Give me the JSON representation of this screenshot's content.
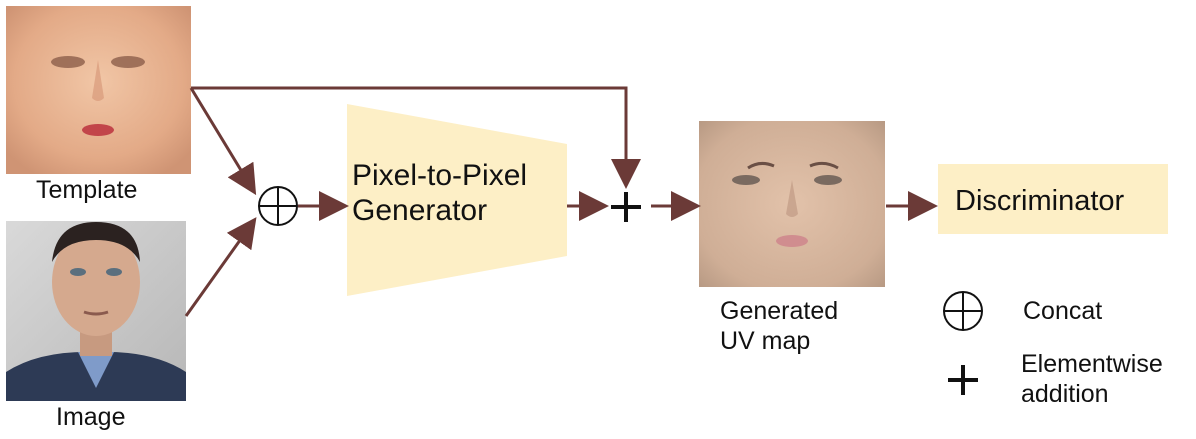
{
  "inputs": {
    "template_label": "Template",
    "image_label": "Image"
  },
  "generator": {
    "line1": "Pixel-to-Pixel",
    "line2": "Generator"
  },
  "output": {
    "line1": "Generated",
    "line2": "UV map"
  },
  "discriminator": {
    "label": "Discriminator"
  },
  "legend": {
    "concat_label": "Concat",
    "add_line1": "Elementwise",
    "add_line2": "addition"
  },
  "colors": {
    "arrow": "#6b3a37",
    "block_fill": "#fdefc6",
    "symbol": "#111111"
  }
}
